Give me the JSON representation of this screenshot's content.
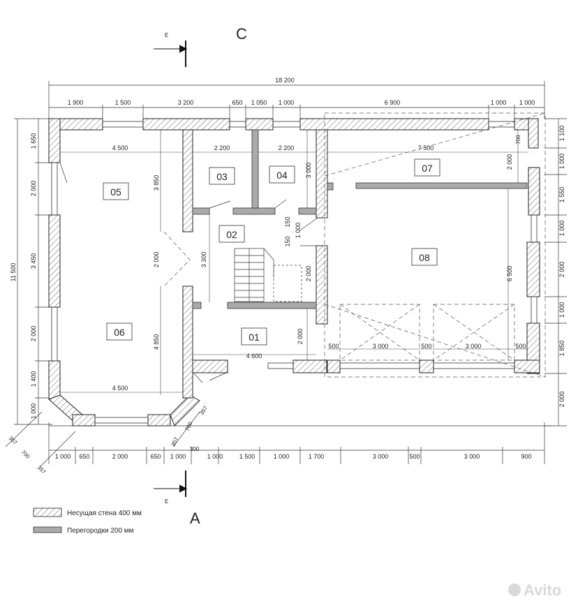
{
  "section_marks": {
    "top": "С",
    "bottom": "А",
    "cut_letter": "Е"
  },
  "top_dims": {
    "overall": "18 200",
    "chain": [
      "1 900",
      "1 500",
      "3 200",
      "650",
      "1 050",
      "1 000",
      "6 900",
      "1 000",
      "1 000"
    ]
  },
  "left_dims": {
    "overall": "11 500",
    "chain": [
      "1 650",
      "2 000",
      "3 450",
      "2 000",
      "1 400",
      "1 000"
    ]
  },
  "right_dims": {
    "chain": [
      "1 100",
      "1 000",
      "1 550",
      "1 000",
      "2 000",
      "1 000",
      "1 850",
      "2 000"
    ]
  },
  "bottom_dims": {
    "chain": [
      "1 000",
      "650",
      "2 000",
      "650",
      "1 000",
      "1 000",
      "1 500",
      "1 000",
      "1 700",
      "3 000",
      "500",
      "3 000",
      "900"
    ]
  },
  "diag_dims": {
    "a": "357",
    "b": "700",
    "c": "357",
    "d": "357",
    "e": "700",
    "f": "357",
    "g": "300"
  },
  "rooms": [
    {
      "id": "05"
    },
    {
      "id": "06"
    },
    {
      "id": "03"
    },
    {
      "id": "04"
    },
    {
      "id": "02"
    },
    {
      "id": "01"
    },
    {
      "id": "07"
    },
    {
      "id": "08"
    }
  ],
  "inner_dims": {
    "r05_w": "4 500",
    "r05_h": "3 850",
    "r06_w": "4 500",
    "r06_h": "4 850",
    "corr": "2 000",
    "r03_w": "2 200",
    "r04_w": "2 200",
    "r04_h": "3 000",
    "r02_h": "3 300",
    "stair": "2 000",
    "s150a": "150",
    "s150b": "150",
    "s1000": "1 000",
    "r01_w": "4 600",
    "r01_h": "2 000",
    "r07_w": "7 500",
    "r07_h": "2 000",
    "r07_s": "700",
    "r08_h": "6 500",
    "g500a": "500",
    "g3000a": "3 000",
    "g500b": "500",
    "g3000b": "3 000",
    "g500c": "500"
  },
  "legend": [
    {
      "label": "Несущая стена 400 мм",
      "swatch": "hatched"
    },
    {
      "label": "Перегородки 200 мм",
      "swatch": "#aaaaaa"
    }
  ],
  "watermark": "Avito"
}
